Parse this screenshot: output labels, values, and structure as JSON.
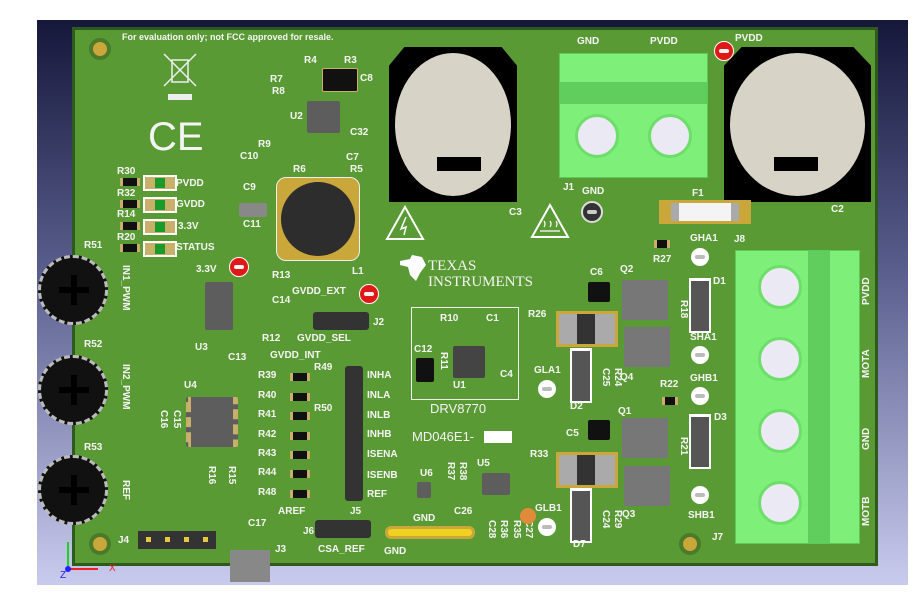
{
  "board_notice": "For evaluation only; not FCC approved for resale.",
  "logo": {
    "line1": "TEXAS",
    "line2": "INSTRUMENTS"
  },
  "device": "DRV8770",
  "board_id": "MD046E1-",
  "refdes": {
    "R3": "R3",
    "R4": "R4",
    "R5": "R5",
    "R6": "R6",
    "R7": "R7",
    "R8": "R8",
    "R9": "R9",
    "R10": "R10",
    "R11": "R11",
    "R12": "R12",
    "R13": "R13",
    "R14": "R14",
    "R15": "R15",
    "R16": "R16",
    "R18": "R18",
    "R20": "R20",
    "R21": "R21",
    "R22": "R22",
    "R24": "R24",
    "R26": "R26",
    "R27": "R27",
    "R29": "R29",
    "R30": "R30",
    "R32": "R32",
    "R33": "R33",
    "R35": "R35",
    "R36": "R36",
    "R37": "R37",
    "R38": "R38",
    "R39": "R39",
    "R40": "R40",
    "R41": "R41",
    "R42": "R42",
    "R43": "R43",
    "R44": "R44",
    "R48": "R48",
    "R49": "R49",
    "R50": "R50",
    "R51": "R51",
    "R52": "R52",
    "R53": "R53",
    "C1": "C1",
    "C2": "C2",
    "C3": "C3",
    "C4": "C4",
    "C5": "C5",
    "C6": "C6",
    "C7": "C7",
    "C8": "C8",
    "C9": "C9",
    "C10": "C10",
    "C11": "C11",
    "C12": "C12",
    "C13": "C13",
    "C14": "C14",
    "C15": "C15",
    "C16": "C16",
    "C17": "C17",
    "C24": "C24",
    "C25": "C25",
    "C26": "C26",
    "C27": "C27",
    "C28": "C28",
    "C32": "C32",
    "U1": "U1",
    "U2": "U2",
    "U3": "U3",
    "U4": "U4",
    "U5": "U5",
    "U6": "U6",
    "Q1": "Q1",
    "Q2": "Q2",
    "Q3": "Q3",
    "Q4": "Q4",
    "D1": "D1",
    "D2": "D2",
    "D3": "D3",
    "D7": "D7",
    "L1": "L1",
    "F1": "F1",
    "J1": "J1",
    "J2": "J2",
    "J3": "J3",
    "J4": "J4",
    "J5": "J5",
    "J6": "J6",
    "J7": "J7",
    "J8": "J8"
  },
  "nets": {
    "led_pvdd": "PVDD",
    "led_gvdd": "GVDD",
    "led_3v3": "3.3V",
    "led_status": "STATUS",
    "tp_3v3": "3.3V",
    "gvdd_ext": "GVDD_EXT",
    "gvdd_sel": "GVDD_SEL",
    "gvdd_int": "GVDD_INT",
    "in1_pwm": "IN1_PWM",
    "in2_pwm": "IN2_PWM",
    "ref_pot": "REF",
    "inha": "INHA",
    "inla": "INLA",
    "inlb": "INLB",
    "inhb": "INHB",
    "isena": "ISENA",
    "isenb": "ISENB",
    "ref_hdr": "REF",
    "aref": "AREF",
    "csa_ref": "CSA_REF",
    "gnd_j6": "GND",
    "gnd_bar": "GND",
    "gnd_j1": "GND",
    "pvdd_j1": "PVDD",
    "pvdd_tp": "PVDD",
    "gnd_tp": "GND",
    "gha1": "GHA1",
    "sha1": "SHA1",
    "gla1": "GLA1",
    "ghb1": "GHB1",
    "shb1": "SHB1",
    "glb1": "GLB1",
    "j7_pvdd": "PVDD",
    "j7_mota": "MOTA",
    "j7_gnd": "GND",
    "j7_motb": "MOTB"
  },
  "axes": {
    "x": "X",
    "z": "Z"
  }
}
